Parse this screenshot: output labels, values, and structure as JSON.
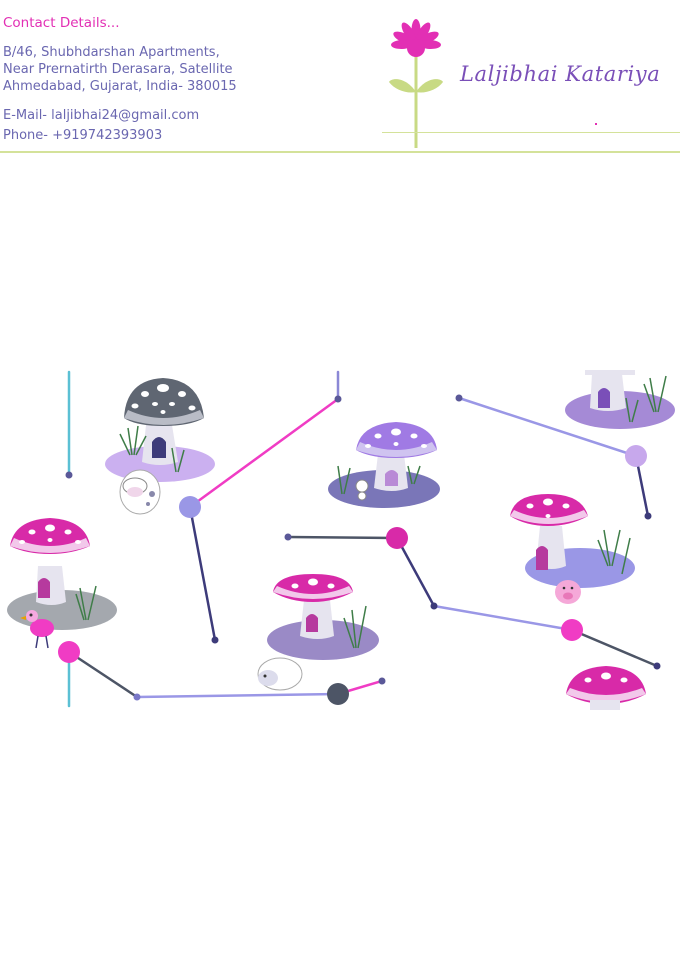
{
  "contact": {
    "heading": "Contact Details...",
    "address": [
      "B/46, Shubhdarshan Apartments,",
      "Near Prernatirth Derasara, Satellite",
      "Ahmedabad, Gujarat, India- 380015"
    ],
    "email": "E-Mail- laljibhai24@gmail.com",
    "phone": "Phone- +919742393903"
  },
  "header": {
    "name": "Laljibhai Katariya"
  },
  "colors": {
    "accent_pink": "#e22fb4",
    "text_purple": "#6a67b0",
    "rule_green": "#d4e29a",
    "name_purple": "#7a4fb8"
  }
}
